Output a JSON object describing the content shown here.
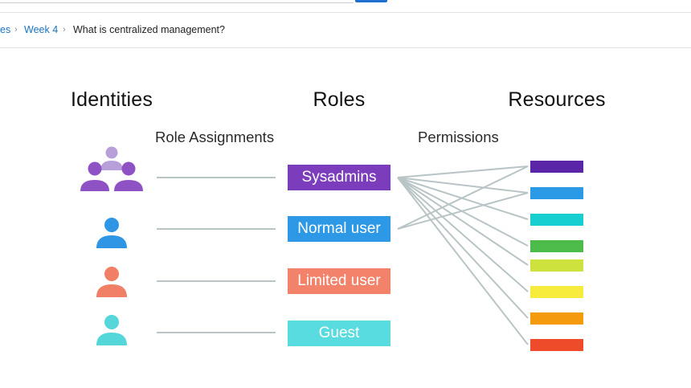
{
  "breadcrumb": {
    "items": [
      {
        "label": "es"
      },
      {
        "label": "Week 4"
      }
    ],
    "current": "What is centralized management?"
  },
  "diagram": {
    "titles": {
      "identities": "Identities",
      "roles": "Roles",
      "resources": "Resources"
    },
    "labels": {
      "role_assignments": "Role Assignments",
      "permissions": "Permissions"
    },
    "identities": [
      {
        "icon": "group-icon",
        "color": "#8e52c5",
        "accent": "#b79fd9"
      },
      {
        "icon": "person-icon",
        "color": "#2f96e6"
      },
      {
        "icon": "person-icon",
        "color": "#f07f66"
      },
      {
        "icon": "person-icon",
        "color": "#55d6d8"
      }
    ],
    "roles": [
      {
        "label": "Sysadmins",
        "color": "#7c3dbd"
      },
      {
        "label": "Normal user",
        "color": "#2d98e6"
      },
      {
        "label": "Limited user",
        "color": "#f2826a"
      },
      {
        "label": "Guest",
        "color": "#58dcdf"
      }
    ],
    "resources": [
      {
        "color": "#5b25a8"
      },
      {
        "color": "#2b9ae6"
      },
      {
        "color": "#17cfd0"
      },
      {
        "color": "#4cbb4a"
      },
      {
        "color": "#cde23c"
      },
      {
        "color": "#f7ec3c"
      },
      {
        "color": "#f39a0d"
      },
      {
        "color": "#ee4b2b"
      }
    ],
    "line_color": "#b8c4c6"
  }
}
